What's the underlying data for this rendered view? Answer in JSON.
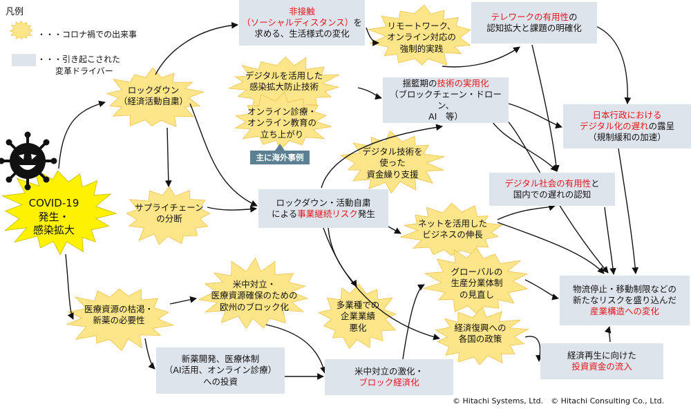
{
  "legend": {
    "title": "凡例",
    "event_text": "・・・コロナ禍での出来事",
    "driver_text_1": "・・・引き起こされた",
    "driver_text_2": "変革ドライバー"
  },
  "covid": {
    "lines": [
      "COVID-19",
      "発生・",
      "感染拡大"
    ]
  },
  "events": {
    "lockdown": [
      "ロックダウン",
      "（経済活動自粛）"
    ],
    "supply_chain": [
      "サプライチェーン",
      "の分断"
    ],
    "medical": [
      "医療資源の枯渇・",
      "新薬の必要性"
    ],
    "us_china_europe": [
      "米中対立・",
      "医療資源確保のための",
      "欧州のブロック化"
    ],
    "digital_prevention": [
      "デジタルを活用した",
      "感染拡大防止技術"
    ],
    "online_medical": [
      "オンライン診療・",
      "オンライン教育の",
      "立ち上がり"
    ],
    "remote_work": [
      "リモートワーク、",
      "オンライン対応の",
      "強制的実践"
    ],
    "digital_funding": [
      "デジタル技術を",
      "使った",
      "資金繰り支援"
    ],
    "net_business": [
      "ネットを活用した",
      "ビジネスの伸長"
    ],
    "global_review": [
      "グローバルの",
      "生産分業体制",
      "の見直し"
    ],
    "industry_slump": [
      "多業種での",
      "企業業績",
      "悪化"
    ],
    "recovery_policy": [
      "経済復興への",
      "各国の政策"
    ]
  },
  "drivers": {
    "non_contact": {
      "red": "非接触\n（ソーシャルディスタンス）",
      "rest": "を\n求める、生活様式の変化"
    },
    "telework": {
      "red": "テレワークの有用性",
      "rest": "の\n認知拡大と課題の明確化"
    },
    "tech_practical": {
      "pre": "揺籃期の",
      "red": "技術の実用化",
      "rest": "\n（ブロックチェーン・ドローン、\nAI　等）"
    },
    "gov_digital": {
      "red": "日本行政における\nデジタル化の遅れ",
      "rest": "の露呈\n（規制緩和の加速）"
    },
    "digital_society": {
      "red": "デジタル社会の有用性",
      "rest": "と\n国内での遅れの認知"
    },
    "business_risk": {
      "pre": "ロックダウン・活動自粛\nによる",
      "red": "事業継続リスク",
      "rest": "発生"
    },
    "industry_structure": {
      "pre": "物流停止・移動制限などの\n新たなリスクを盛り込んだ\n",
      "red": "産業構造への変化",
      "rest": ""
    },
    "investment": {
      "pre": "経済再生に向けた\n",
      "red": "投資資金の流入",
      "rest": ""
    },
    "new_drug": {
      "pre": "新薬開発、医療体制\n（AI活用、オンライン診療）\nへの投資",
      "red": "",
      "rest": ""
    },
    "bloc_economy": {
      "pre": "米中対立の激化・\n",
      "red": "ブロック経済化",
      "rest": ""
    }
  },
  "tag_overseas": "主に海外事例",
  "copyright": "© Hitachi Systems, Ltd.　© Hitachi Consulting Co., Ltd.",
  "colors": {
    "star_fill": "#fde68a",
    "covid_fill": "#fff200",
    "driver_fill": "#dde4ec",
    "accent_red": "#e8141b",
    "tag_fill": "#5b7f93"
  }
}
